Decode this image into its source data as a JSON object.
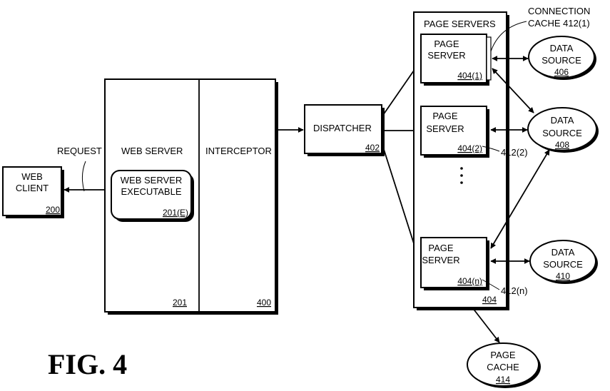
{
  "figure_label": "FIG. 4",
  "web_client": {
    "line1": "WEB",
    "line2": "CLIENT",
    "ref": "200"
  },
  "request_label": "REQUEST",
  "web_server": {
    "label": "WEB SERVER",
    "ref": "201"
  },
  "executable": {
    "line1": "WEB SERVER",
    "line2": "EXECUTABLE",
    "ref": "201(E)"
  },
  "interceptor": {
    "label": "INTERCEPTOR",
    "ref": "400"
  },
  "dispatcher": {
    "label": "DISPATCHER",
    "ref": "402"
  },
  "page_servers": {
    "label": "PAGE SERVERS",
    "ref": "404"
  },
  "connection_cache": {
    "line1": "CONNECTION",
    "line2": "CACHE 412(1)"
  },
  "page_server_1": {
    "line1": "PAGE",
    "line2": "SERVER",
    "ref": "404(1)"
  },
  "page_server_2": {
    "line1": "PAGE",
    "line2": "SERVER",
    "ref": "404(2)",
    "cache_ref": "412(2)"
  },
  "page_server_n": {
    "line1": "PAGE",
    "line2": "SERVER",
    "ref": "404(n)",
    "cache_ref": "412(n)"
  },
  "data_source_406": {
    "line1": "DATA",
    "line2": "SOURCE",
    "ref": "406"
  },
  "data_source_408": {
    "line1": "DATA",
    "line2": "SOURCE",
    "ref": "408"
  },
  "data_source_410": {
    "line1": "DATA",
    "line2": "SOURCE",
    "ref": "410"
  },
  "page_cache": {
    "line1": "PAGE",
    "line2": "CACHE",
    "ref": "414"
  }
}
